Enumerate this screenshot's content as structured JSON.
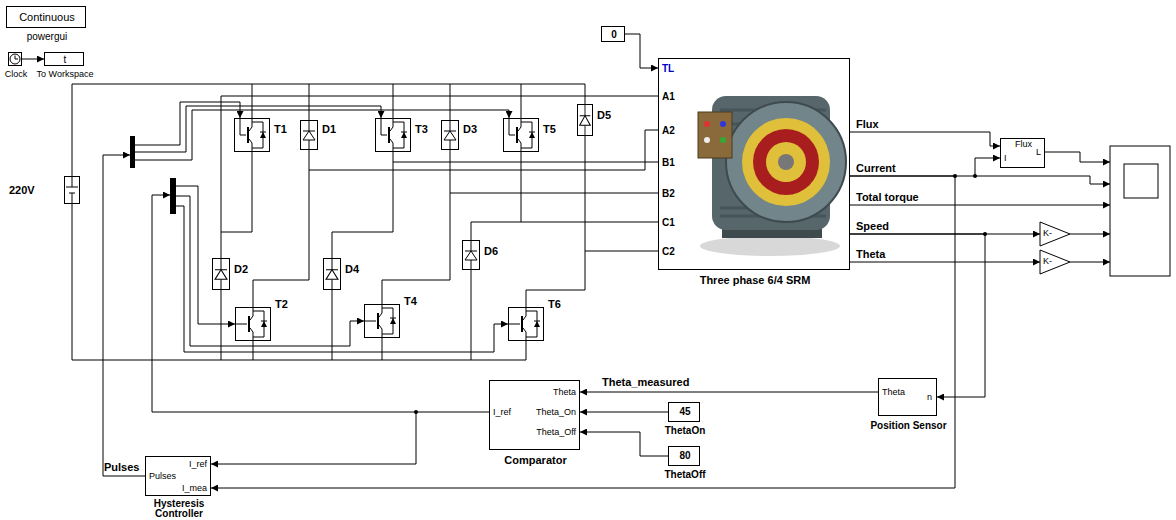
{
  "diagram": {
    "nodes": [
      {
        "text": [
          "Continuous",
          "powergui"
        ]
      },
      {
        "text": [
          "Clock"
        ]
      },
      {
        "text": [
          "t",
          "To Workspace"
        ]
      },
      {
        "text": [
          "T1"
        ]
      },
      {
        "text": [
          "D1"
        ]
      },
      {
        "text": [
          "T3"
        ]
      },
      {
        "text": [
          "D3"
        ]
      },
      {
        "text": [
          "T5"
        ]
      },
      {
        "text": [
          "D5"
        ]
      },
      {
        "text": [
          "0"
        ]
      },
      {
        "text": [
          "TL",
          "A1",
          "A2",
          "B1",
          "B2",
          "C1",
          "C2",
          "Three phase 6/4 SRM"
        ]
      },
      {
        "text": [
          "Flux",
          "I",
          "L"
        ]
      },
      {
        "text": [
          "220V"
        ]
      },
      {
        "text": [
          "D2"
        ]
      },
      {
        "text": [
          "D4"
        ]
      },
      {
        "text": [
          "D6"
        ]
      },
      {
        "text": [
          "T2"
        ]
      },
      {
        "text": [
          "T4"
        ]
      },
      {
        "text": [
          "T6"
        ]
      },
      {
        "text": [
          "K-"
        ]
      },
      {
        "text": [
          "K-"
        ]
      },
      {
        "text": [
          "Theta",
          "I_ref",
          "Theta_On",
          "Theta_Off",
          "Comparator"
        ]
      },
      {
        "text": [
          "45",
          "ThetaOn"
        ]
      },
      {
        "text": [
          "80",
          "ThetaOff"
        ]
      },
      {
        "text": [
          "Theta",
          "n",
          "Position Sensor"
        ]
      },
      {
        "text": [
          "I_ref",
          "Pulses",
          "I_mea",
          "Hysteresis Controller"
        ]
      }
    ],
    "edges": [
      {
        "from": 1,
        "to": 2,
        "arrow": "to"
      },
      {
        "from": 9,
        "to": 10,
        "arrow": "to"
      },
      {
        "from": 10,
        "to": 11,
        "arrow": "to"
      },
      {
        "from": 10,
        "to": 11,
        "arrow": "to"
      },
      {
        "from": 10,
        "to": 19,
        "arrow": "to"
      },
      {
        "from": 10,
        "to": 20,
        "arrow": "to"
      },
      {
        "from": 10,
        "to": 24,
        "arrow": "to"
      },
      {
        "from": 10,
        "to": 25,
        "arrow": "to"
      },
      {
        "from": 24,
        "to": 21,
        "label": "Theta_measured",
        "arrow": "to"
      },
      {
        "from": 22,
        "to": 21,
        "arrow": "to"
      },
      {
        "from": 23,
        "to": 21,
        "arrow": "to"
      },
      {
        "from": 21,
        "to": 25,
        "arrow": "to"
      }
    ],
    "labels": [
      "Flux",
      "Current",
      "Total torque",
      "Speed",
      "Theta",
      "Pulses"
    ]
  }
}
